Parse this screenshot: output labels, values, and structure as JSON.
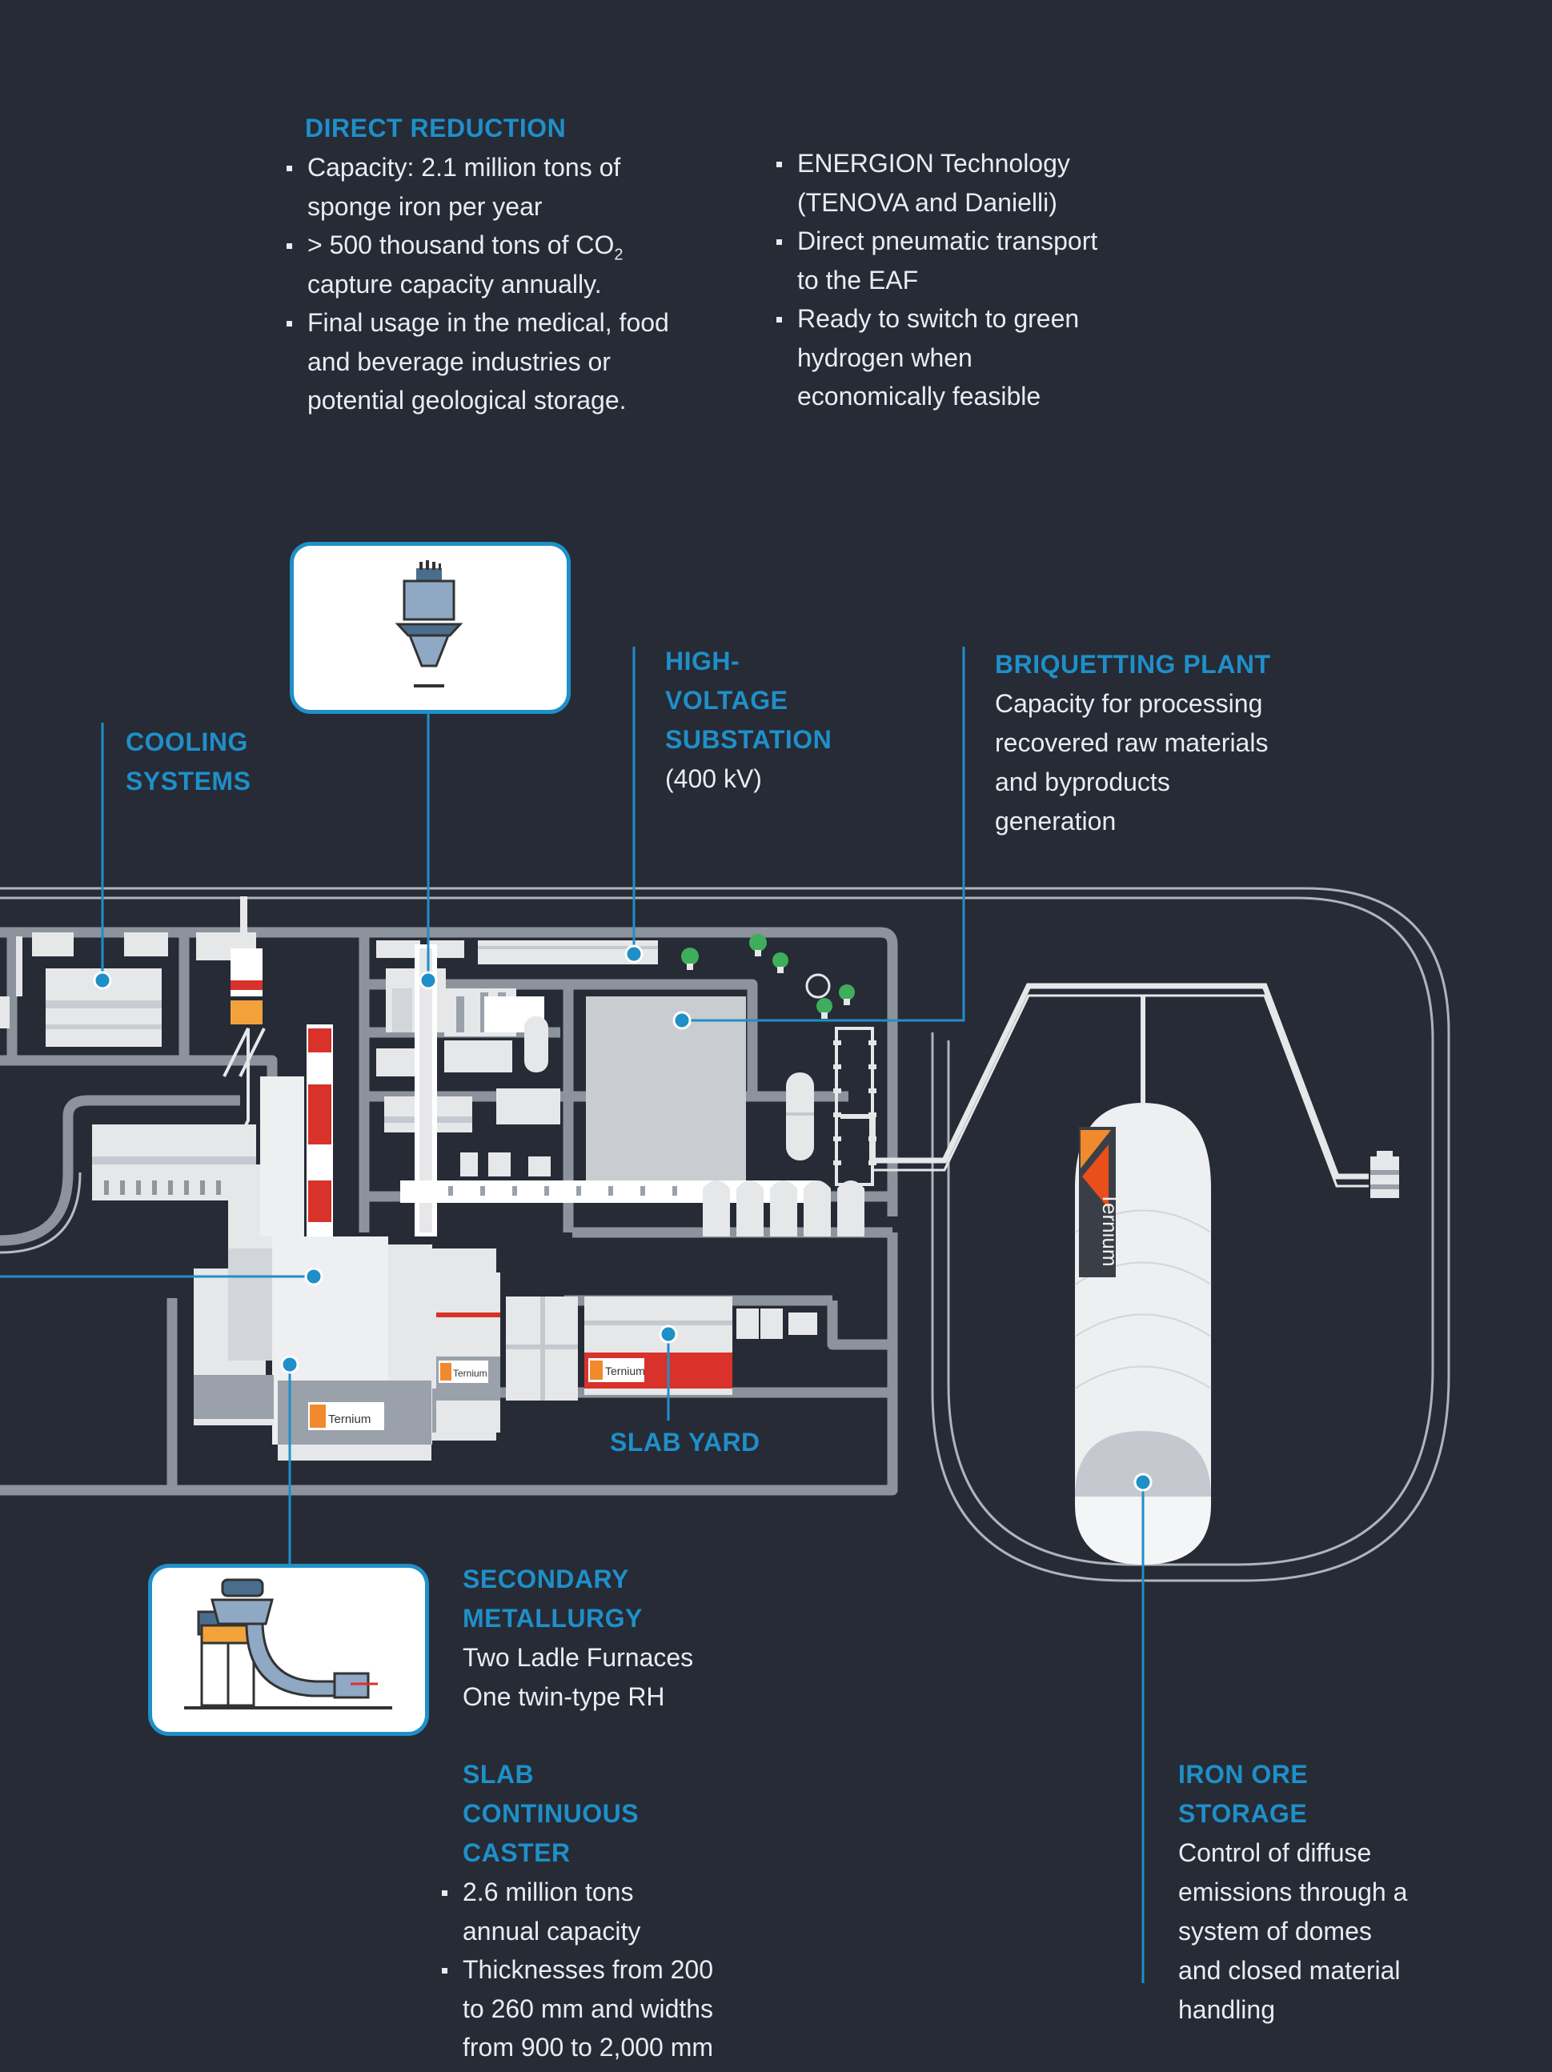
{
  "direct_reduction": {
    "title": "DIRECT REDUCTION",
    "bullets_left": {
      "b1": "Capacity: 2.1 million tons of sponge iron per year",
      "b2_pre": "> 500 thousand tons of CO",
      "b2_sub": "2",
      "b2_post": " capture capacity annually.",
      "b3": "Final usage in the medical, food and beverage industries or potential geological storage."
    },
    "bullets_right": [
      "ENERGION Technology (TENOVA and Danielli)",
      "Direct pneumatic transport to the EAF",
      "Ready to switch to green hydrogen when economically feasible"
    ]
  },
  "cooling_systems": {
    "title": "COOLING SYSTEMS"
  },
  "substation": {
    "title": "HIGH-VOLTAGE SUBSTATION",
    "text": "(400 kV)"
  },
  "briquetting": {
    "title": "BRIQUETTING PLANT",
    "text": "Capacity for processing recovered raw materials and byproducts generation"
  },
  "slab_yard": {
    "title": "SLAB YARD"
  },
  "secondary_metallurgy": {
    "title": "SECONDARY METALLURGY",
    "lines": [
      "Two Ladle Furnaces",
      "One twin-type RH"
    ]
  },
  "caster": {
    "title": "SLAB CONTINUOUS CASTER",
    "bullets": [
      "2.6 million tons annual capacity",
      "Thicknesses from 200 to 260 mm and widths from 900 to 2,000 mm"
    ]
  },
  "iron_ore": {
    "title": "IRON ORE STORAGE",
    "text": "Control of diffuse emissions through a system of domes and closed material handling"
  },
  "logo": {
    "brand": "Ternium"
  },
  "colors": {
    "background": "#262b36",
    "accent": "#1f8fc8",
    "text": "#e9ecf0",
    "road": "#9aa1aa",
    "building": "#e6e7e9",
    "red": "#d8322a",
    "orange": "#f2a23a"
  }
}
